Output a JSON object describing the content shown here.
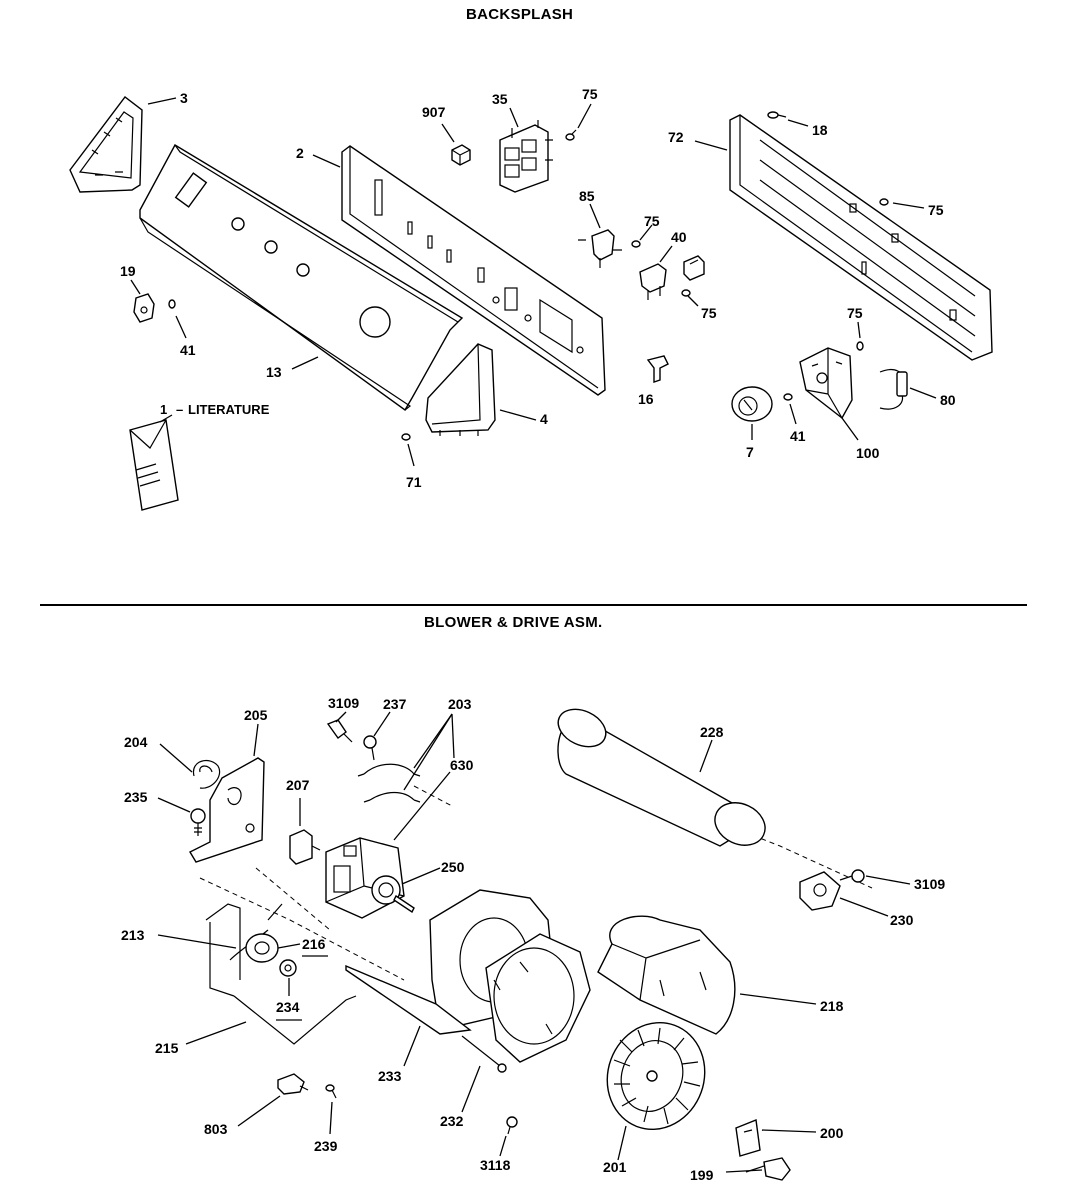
{
  "sections": {
    "top_title": "BACKSPLASH",
    "bottom_title": "BLOWER & DRIVE ASM."
  },
  "callouts": {
    "backsplash": {
      "c3": "3",
      "c2": "2",
      "c907": "907",
      "c35": "35",
      "c75a": "75",
      "c18": "18",
      "c72": "72",
      "c75b": "75",
      "c85": "85",
      "c75c": "75",
      "c40": "40",
      "c75d": "75",
      "c19": "19",
      "c41a": "41",
      "c13": "13",
      "c16": "16",
      "c75e": "75",
      "c80": "80",
      "c1": "1",
      "c1_text": "LITERATURE",
      "c4": "4",
      "c71": "71",
      "c7": "7",
      "c41b": "41",
      "c100": "100"
    },
    "blower": {
      "c3109a": "3109",
      "c237": "237",
      "c203": "203",
      "c205": "205",
      "c204": "204",
      "c630": "630",
      "c228": "228",
      "c235": "235",
      "c207": "207",
      "c250": "250",
      "c3109b": "3109",
      "c230": "230",
      "c213": "213",
      "c216": "216",
      "c234": "234",
      "c218": "218",
      "c215": "215",
      "c233": "233",
      "c803": "803",
      "c239": "239",
      "c232": "232",
      "c3118": "3118",
      "c201": "201",
      "c200": "200",
      "c199": "199"
    }
  }
}
